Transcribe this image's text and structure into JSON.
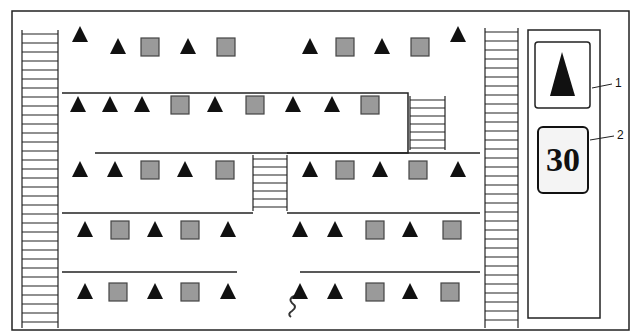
{
  "diagram": {
    "nodes": [
      {
        "text": [
          "30"
        ]
      }
    ],
    "labels": [
      "1",
      "2"
    ]
  }
}
